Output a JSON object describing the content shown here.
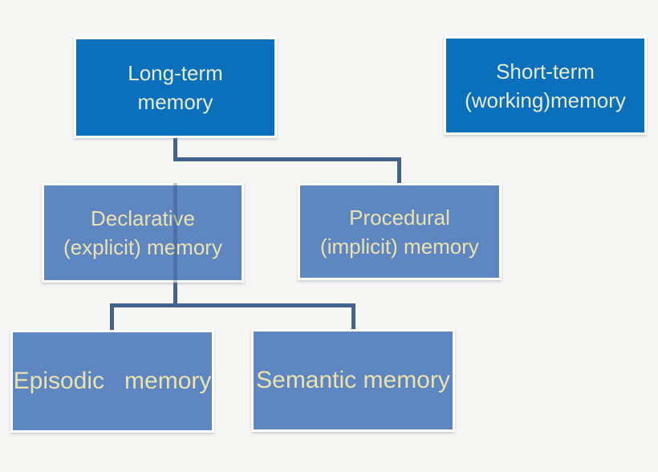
{
  "diagram": {
    "background_color": "#f6f6f5",
    "colors": {
      "primary_box": "#0b70bb",
      "secondary_box": "#5e86c1",
      "connector": "#43628c",
      "text_on_primary": "#e7ebcd",
      "text_on_secondary": "#ebe2ad",
      "box_border": "#fdfdfd",
      "background": "#f6f6f5"
    },
    "nodes": {
      "long_term": {
        "lines": [
          "Long-term",
          "memory"
        ],
        "level": "primary"
      },
      "short_term": {
        "lines": [
          "Short-term",
          "(working)memory"
        ],
        "level": "primary"
      },
      "declarative": {
        "lines": [
          "Declarative",
          "(explicit) memory"
        ],
        "level": "secondary"
      },
      "procedural": {
        "lines": [
          "Procedural",
          "(implicit) memory"
        ],
        "level": "secondary"
      },
      "episodic": {
        "lines": [
          "Episodic   memory"
        ],
        "level": "secondary"
      },
      "semantic": {
        "lines": [
          "Semantic memory"
        ],
        "level": "secondary"
      }
    },
    "edges": [
      {
        "from": "long_term",
        "to": "declarative"
      },
      {
        "from": "long_term",
        "to": "procedural"
      },
      {
        "from": "declarative",
        "to": "episodic"
      },
      {
        "from": "declarative",
        "to": "semantic"
      }
    ]
  }
}
